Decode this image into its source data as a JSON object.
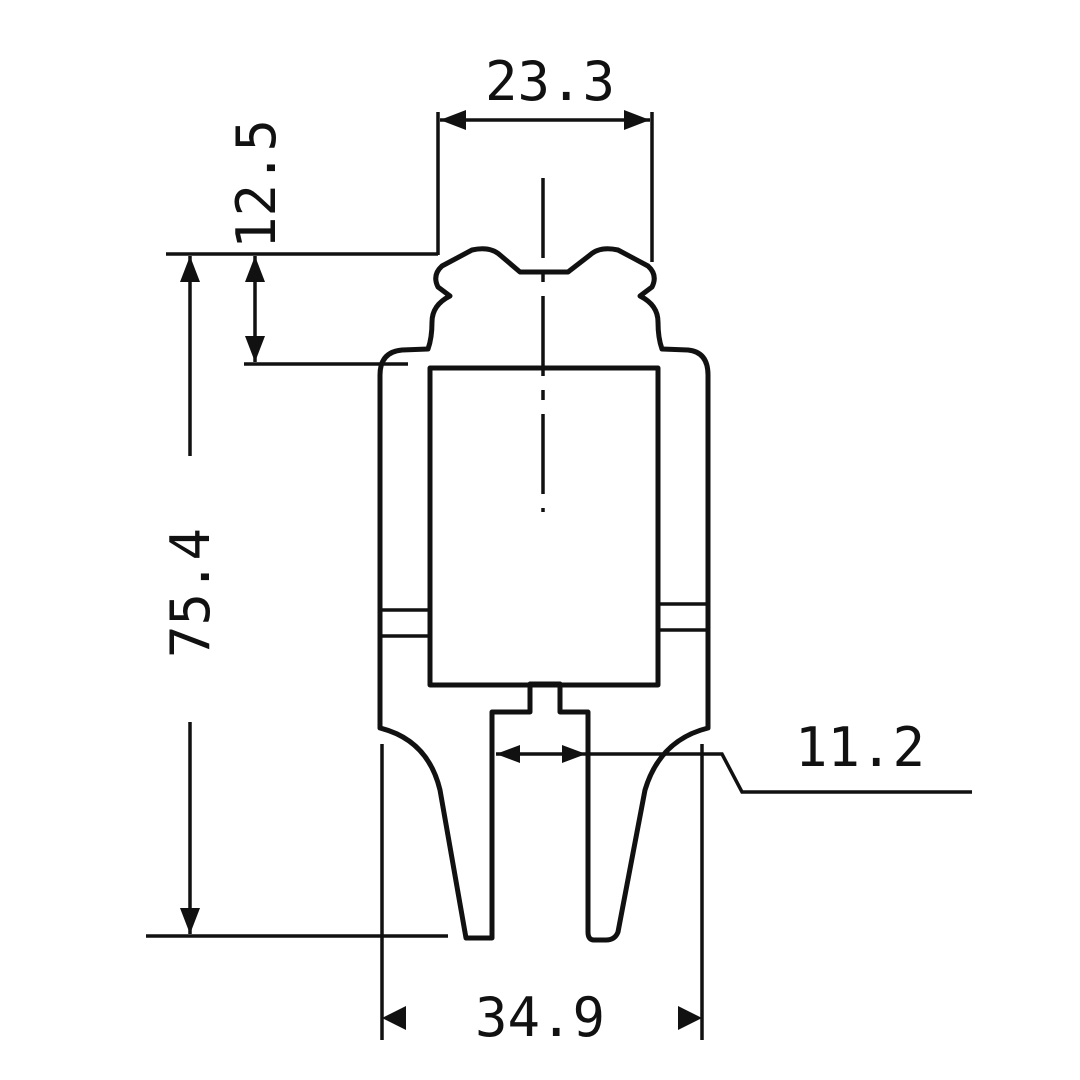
{
  "dimensions": {
    "top_width": "23.3",
    "top_height": "12.5",
    "overall_height": "75.4",
    "slot_width": "11.2",
    "bottom_width": "34.9"
  }
}
